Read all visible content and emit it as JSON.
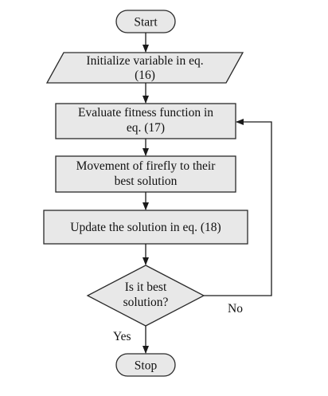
{
  "nodes": {
    "start": {
      "label": "Start"
    },
    "init": {
      "line1": "Initialize variable in eq.",
      "line2": "(16)"
    },
    "evaluate": {
      "line1": "Evaluate fitness function in",
      "line2": "eq. (17)"
    },
    "movement": {
      "line1": "Movement of firefly to their",
      "line2": "best solution"
    },
    "update": {
      "label": "Update the solution in eq. (18)"
    },
    "decision": {
      "line1": "Is it best",
      "line2": "solution?"
    },
    "stop": {
      "label": "Stop"
    }
  },
  "edges": {
    "yes_label": "Yes",
    "no_label": "No"
  }
}
